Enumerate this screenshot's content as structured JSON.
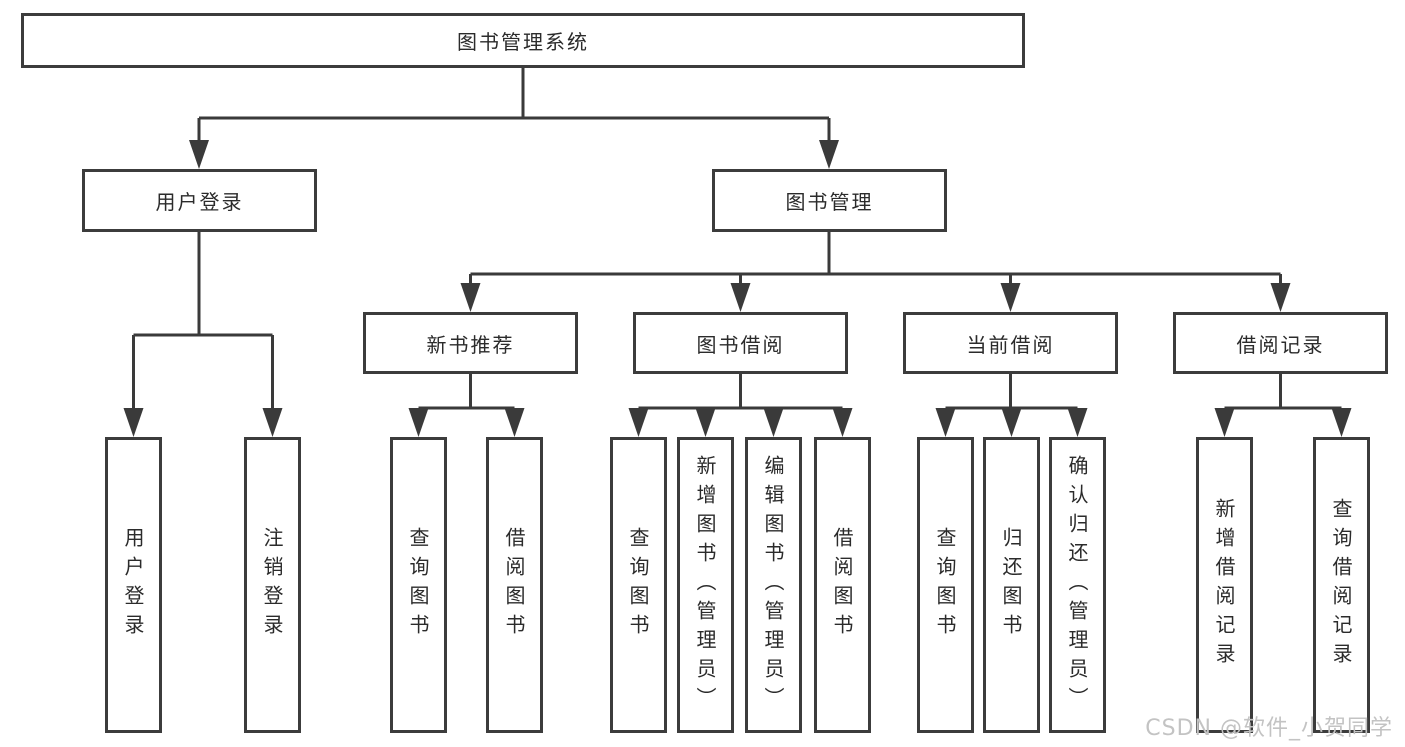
{
  "diagram": {
    "title_node": {
      "label": "图书管理系统"
    },
    "level1": [
      {
        "id": "user-login",
        "label": "用户登录",
        "parent": "图书管理系统"
      },
      {
        "id": "book-mgmt",
        "label": "图书管理",
        "parent": "图书管理系统"
      }
    ],
    "level2": [
      {
        "id": "new-book-rec",
        "label": "新书推荐",
        "parent": "图书管理"
      },
      {
        "id": "book-borrow",
        "label": "图书借阅",
        "parent": "图书管理"
      },
      {
        "id": "current-borrow",
        "label": "当前借阅",
        "parent": "图书管理"
      },
      {
        "id": "borrow-records",
        "label": "借阅记录",
        "parent": "图书管理"
      }
    ],
    "leaves": [
      {
        "label": "用户登录",
        "parent": "用户登录"
      },
      {
        "label": "注销登录",
        "parent": "用户登录"
      },
      {
        "label": "查询图书",
        "parent": "新书推荐"
      },
      {
        "label": "借阅图书",
        "parent": "新书推荐"
      },
      {
        "label": "查询图书",
        "parent": "图书借阅"
      },
      {
        "label": "新增图书（管理员）",
        "parent": "图书借阅"
      },
      {
        "label": "编辑图书（管理员）",
        "parent": "图书借阅"
      },
      {
        "label": "借阅图书",
        "parent": "图书借阅"
      },
      {
        "label": "查询图书",
        "parent": "当前借阅"
      },
      {
        "label": "归还图书",
        "parent": "当前借阅"
      },
      {
        "label": "确认归还（管理员）",
        "parent": "当前借阅"
      },
      {
        "label": "新增借阅记录",
        "parent": "借阅记录"
      },
      {
        "label": "查询借阅记录",
        "parent": "借阅记录"
      }
    ],
    "colors": {
      "line": "#3a3a3a",
      "box_border": "#3c3c3c",
      "box_background": "#ffffff",
      "text": "#2b2b2b",
      "page_background": "#ffffff",
      "watermark": "#c3c3c3"
    }
  },
  "watermark": {
    "text": "CSDN @软件_小贺同学"
  }
}
